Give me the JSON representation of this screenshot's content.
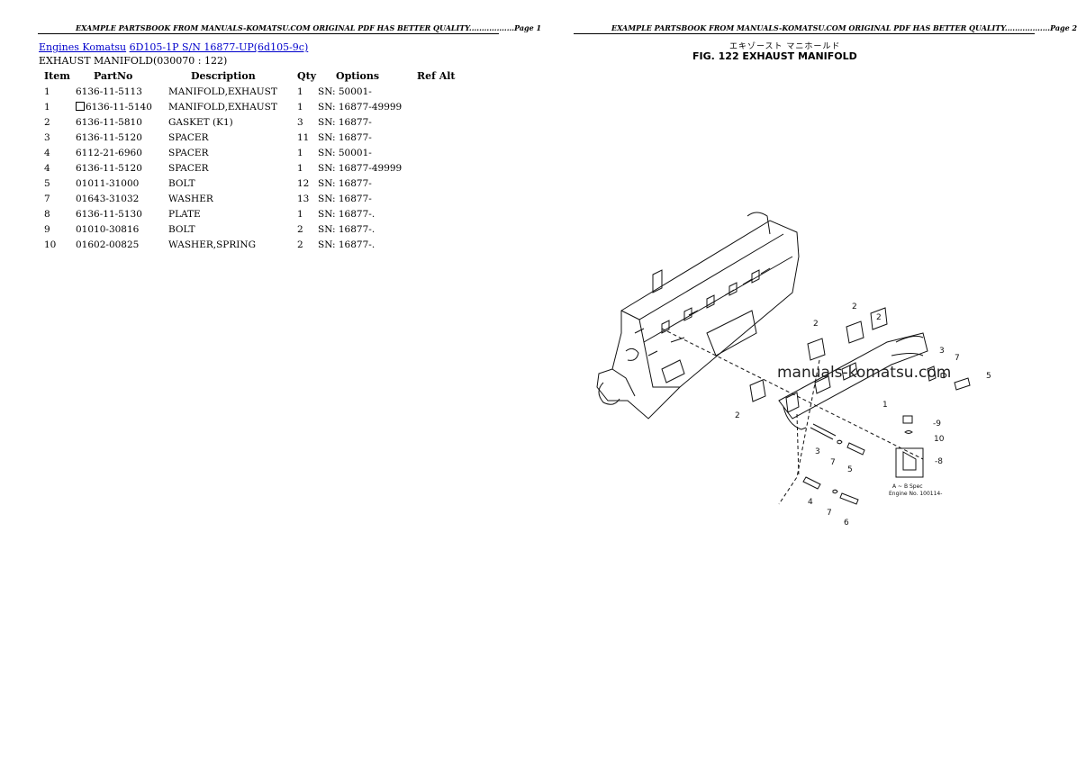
{
  "header_left": "EXAMPLE PARTSBOOK FROM MANUALS-KOMATSU.COM ORIGINAL PDF HAS BETTER QUALITY..................Page 1",
  "header_right": "EXAMPLE PARTSBOOK FROM MANUALS-KOMATSU.COM ORIGINAL PDF HAS BETTER QUALITY..................Page 2",
  "breadcrumb": {
    "link1": "Engines Komatsu",
    "link2": "6D105-1P S/N 16877-UP(6d105-9c)"
  },
  "subtitle": "EXHAUST MANIFOLD(030070 : 122)",
  "table": {
    "headers": [
      "Item",
      "PartNo",
      "Description",
      "Qty",
      "Options",
      "Ref Alt"
    ],
    "rows": [
      {
        "item": "1",
        "part": "6136-11-5113",
        "desc": "MANIFOLD,EXHAUST",
        "qty": "1",
        "opt": "SN: 50001-",
        "ref": "",
        "boxed": false
      },
      {
        "item": "1",
        "part": "6136-11-5140",
        "desc": "MANIFOLD,EXHAUST",
        "qty": "1",
        "opt": "SN: 16877-49999",
        "ref": "",
        "boxed": true
      },
      {
        "item": "2",
        "part": "6136-11-5810",
        "desc": "GASKET (K1)",
        "qty": "3",
        "opt": "SN: 16877-",
        "ref": "",
        "boxed": false
      },
      {
        "item": "3",
        "part": "6136-11-5120",
        "desc": "SPACER",
        "qty": "11",
        "opt": "SN: 16877-",
        "ref": "",
        "boxed": false
      },
      {
        "item": "4",
        "part": "6112-21-6960",
        "desc": "SPACER",
        "qty": "1",
        "opt": "SN: 50001-",
        "ref": "",
        "boxed": false
      },
      {
        "item": "4",
        "part": "6136-11-5120",
        "desc": "SPACER",
        "qty": "1",
        "opt": "SN: 16877-49999",
        "ref": "",
        "boxed": false
      },
      {
        "item": "5",
        "part": "01011-31000",
        "desc": "BOLT",
        "qty": "12",
        "opt": "SN: 16877-",
        "ref": "",
        "boxed": false
      },
      {
        "item": "7",
        "part": "01643-31032",
        "desc": "WASHER",
        "qty": "13",
        "opt": "SN: 16877-",
        "ref": "",
        "boxed": false
      },
      {
        "item": "8",
        "part": "6136-11-5130",
        "desc": "PLATE",
        "qty": "1",
        "opt": "SN: 16877-.",
        "ref": "",
        "boxed": false
      },
      {
        "item": "9",
        "part": "01010-30816",
        "desc": "BOLT",
        "qty": "2",
        "opt": "SN: 16877-.",
        "ref": "",
        "boxed": false
      },
      {
        "item": "10",
        "part": "01602-00825",
        "desc": "WASHER,SPRING",
        "qty": "2",
        "opt": "SN: 16877-.",
        "ref": "",
        "boxed": false
      }
    ]
  },
  "figure": {
    "jp_title": "エキゾースト マニホールド",
    "title": "FIG. 122  EXHAUST MANIFOLD",
    "watermark": "manuals-komatsu.com",
    "callouts": [
      "1",
      "2",
      "2",
      "2",
      "2",
      "3",
      "3",
      "4",
      "5",
      "5",
      "6",
      "7",
      "7",
      "7",
      "-9",
      "10",
      "-8"
    ],
    "note_line1": "A ~ B Spec",
    "note_line2": "Engine No. 100114-"
  }
}
